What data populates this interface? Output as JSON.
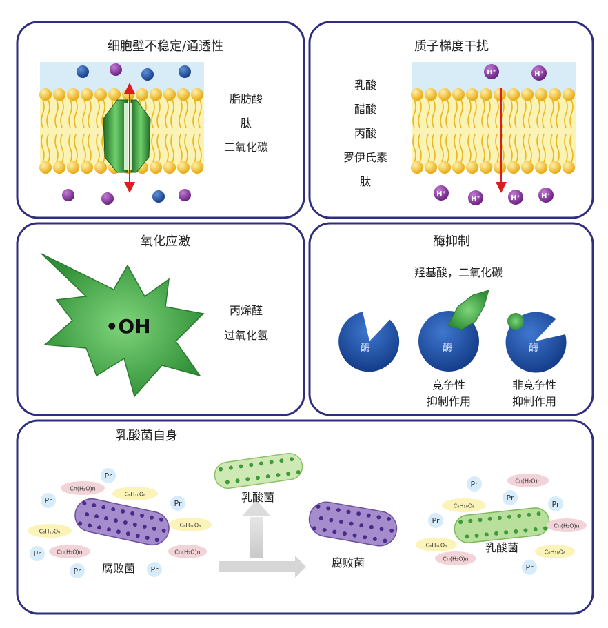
{
  "panels": {
    "cell_wall": {
      "title": "细胞壁不稳定/通透性",
      "agents": [
        "脂肪酸",
        "肽",
        "二氧化碳"
      ]
    },
    "proton": {
      "title": "质子梯度干扰",
      "agents": [
        "乳酸",
        "醋酸",
        "丙酸",
        "罗伊氏素",
        "肽"
      ],
      "ion_label": "H⁺"
    },
    "oxidative": {
      "title": "氧化应激",
      "radical_label": "•OH",
      "agents": [
        "丙烯醛",
        "过氧化氢"
      ]
    },
    "enzyme": {
      "title": "酶抑制",
      "agents": "羟基酸，二氧化碳",
      "enzyme_label": "酶",
      "competitive": [
        "竞争性",
        "抑制作用"
      ],
      "noncompetitive": [
        "非竞争性",
        "抑制作用"
      ]
    },
    "lab_self": {
      "title": "乳酸菌自身",
      "lab_label": "乳酸菌",
      "spoilage_label": "腐败菌",
      "pr_label": "Pr",
      "ch2o_label": "Cn(H₂O)n",
      "sugar_label": "C₆H₁₀O₆"
    }
  },
  "colors": {
    "frame": "#2e2d7e",
    "membrane": "#f5c72e",
    "arrow": "#d81e1e",
    "ion": "#7b2d8e",
    "blue_ion": "#1f55a8",
    "star": "#3aa640",
    "enzyme": "#1d4f9e",
    "lab_cell": "#a8d98a",
    "spoilage_cell": "#8863b3"
  }
}
